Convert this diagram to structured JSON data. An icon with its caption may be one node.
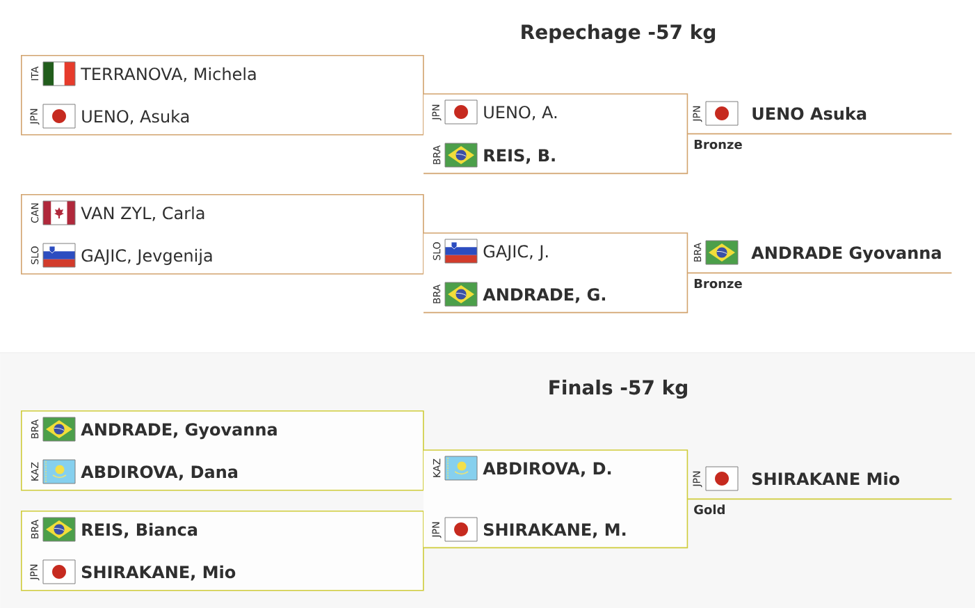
{
  "diagram": {
    "nodes": [
      {
        "text": [
          "ITA",
          "TERRANOVA, Michela",
          "JPN",
          "UENO, Asuka"
        ]
      },
      {
        "text": [
          "JPN",
          "UENO, A.",
          "BRA",
          "REIS, B."
        ]
      },
      {
        "text": [
          "JPN",
          "UENO Asuka"
        ],
        "beside": [
          "Bronze"
        ]
      },
      {
        "text": [
          "CAN",
          "VAN ZYL, Carla",
          "SLO",
          "GAJIC, Jevgenija"
        ]
      },
      {
        "text": [
          "SLO",
          "GAJIC, J.",
          "BRA",
          "ANDRADE, G."
        ]
      },
      {
        "text": [
          "BRA",
          "ANDRADE Gyovanna"
        ],
        "beside": [
          "Bronze"
        ]
      },
      {
        "text": [
          "Finals -57 kg"
        ]
      },
      {
        "text": [
          "BRA",
          "ANDRADE, Gyovanna",
          "KAZ",
          "ABDIROVA, Dana"
        ],
        "in": 6
      },
      {
        "text": [
          "BRA",
          "REIS, Bianca",
          "JPN",
          "SHIRAKANE, Mio"
        ],
        "in": 6
      },
      {
        "text": [
          "KAZ",
          "ABDIROVA, D.",
          "JPN",
          "SHIRAKANE, M."
        ],
        "in": 6
      },
      {
        "text": [
          "JPN",
          "SHIRAKANE Mio"
        ],
        "beside": [
          "Gold"
        ],
        "in": 6
      }
    ],
    "labels": [
      "Repechage -57 kg"
    ]
  }
}
